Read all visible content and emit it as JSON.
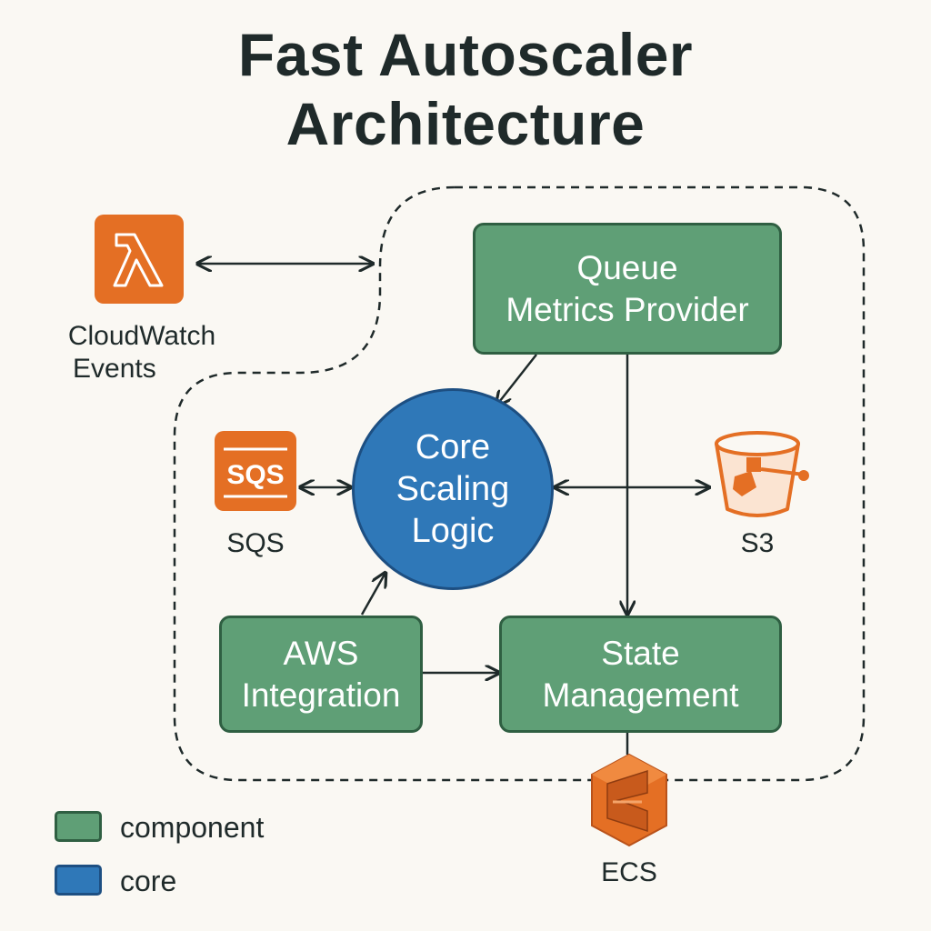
{
  "title": {
    "line1": "Fast Autoscaler",
    "line2": "Architecture"
  },
  "components": {
    "queue_metrics": {
      "line1": "Queue",
      "line2": "Metrics Provider"
    },
    "core_scaling": {
      "line1": "Core",
      "line2": "Scaling",
      "line3": "Logic"
    },
    "aws_integration": {
      "line1": "AWS",
      "line2": "Integration"
    },
    "state_management": {
      "line1": "State",
      "line2": "Management"
    }
  },
  "external": {
    "cloudwatch": {
      "line1": "CloudWatch",
      "line2": "Events",
      "icon": "lambda-icon"
    },
    "sqs": {
      "label": "SQS",
      "icon_text": "SQS",
      "icon": "sqs-icon"
    },
    "s3": {
      "label": "S3",
      "icon": "s3-bucket-icon"
    },
    "ecs": {
      "label": "ECS",
      "icon": "ecs-icon"
    }
  },
  "legend": {
    "component": "component",
    "core": "core"
  },
  "colors": {
    "component_fill": "#5f9f76",
    "core_fill": "#2f78b8",
    "aws_orange": "#e46f24",
    "background": "#faf8f3"
  }
}
